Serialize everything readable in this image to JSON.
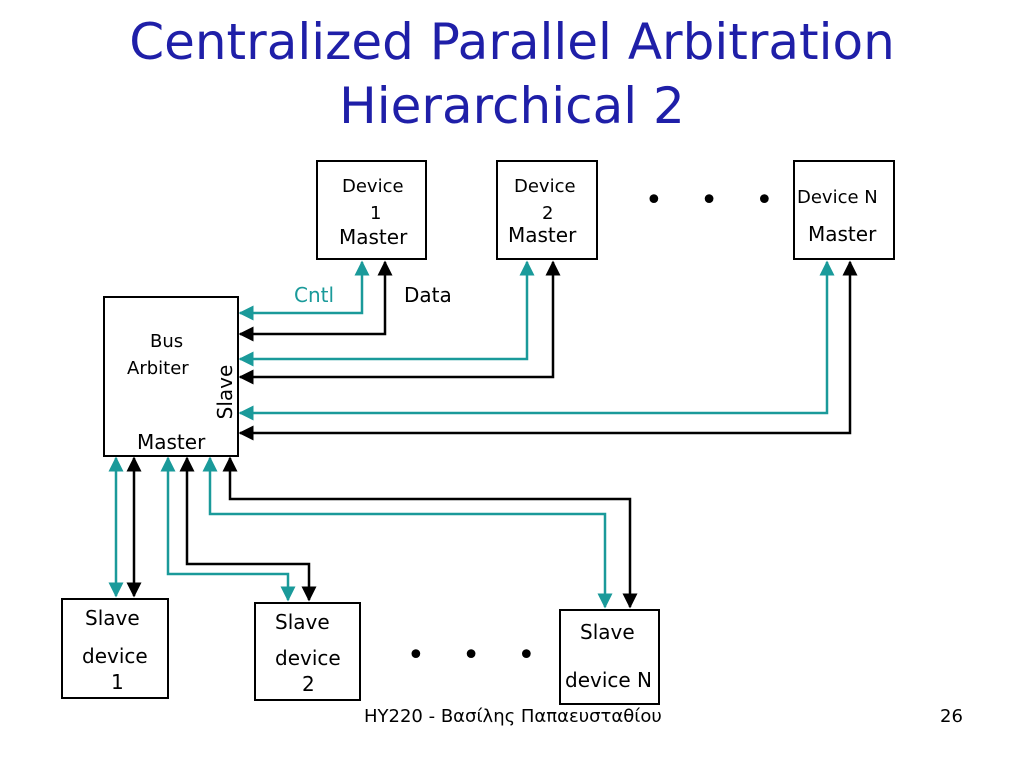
{
  "title": {
    "line1": "Centralized Parallel Arbitration",
    "line2": "Hierarchical 2"
  },
  "masters": [
    {
      "line1": "Device",
      "line2": "1",
      "role": "Master"
    },
    {
      "line1": "Device",
      "line2": "2",
      "role": "Master"
    },
    {
      "line1": "Device N",
      "role": "Master"
    }
  ],
  "arbiter": {
    "name_line1": "Bus",
    "name_line2": "Arbiter",
    "slave_side": "Slave",
    "master_side": "Master"
  },
  "signals": {
    "control": "Cntl",
    "data": "Data"
  },
  "slaves": [
    {
      "line1": "Slave",
      "line2": "device",
      "line3": "1"
    },
    {
      "line1": "Slave",
      "line2": "device",
      "line3": "2"
    },
    {
      "line1": "Slave",
      "line2": "device N"
    }
  ],
  "ellipsis": "• • •",
  "footer": {
    "course": "HY220 - Βασίλης Παπαευσταθίου",
    "page": "26"
  },
  "colors": {
    "title": "#1f1fa8",
    "control_wire": "#1a9a9a",
    "data_wire": "#000000"
  }
}
